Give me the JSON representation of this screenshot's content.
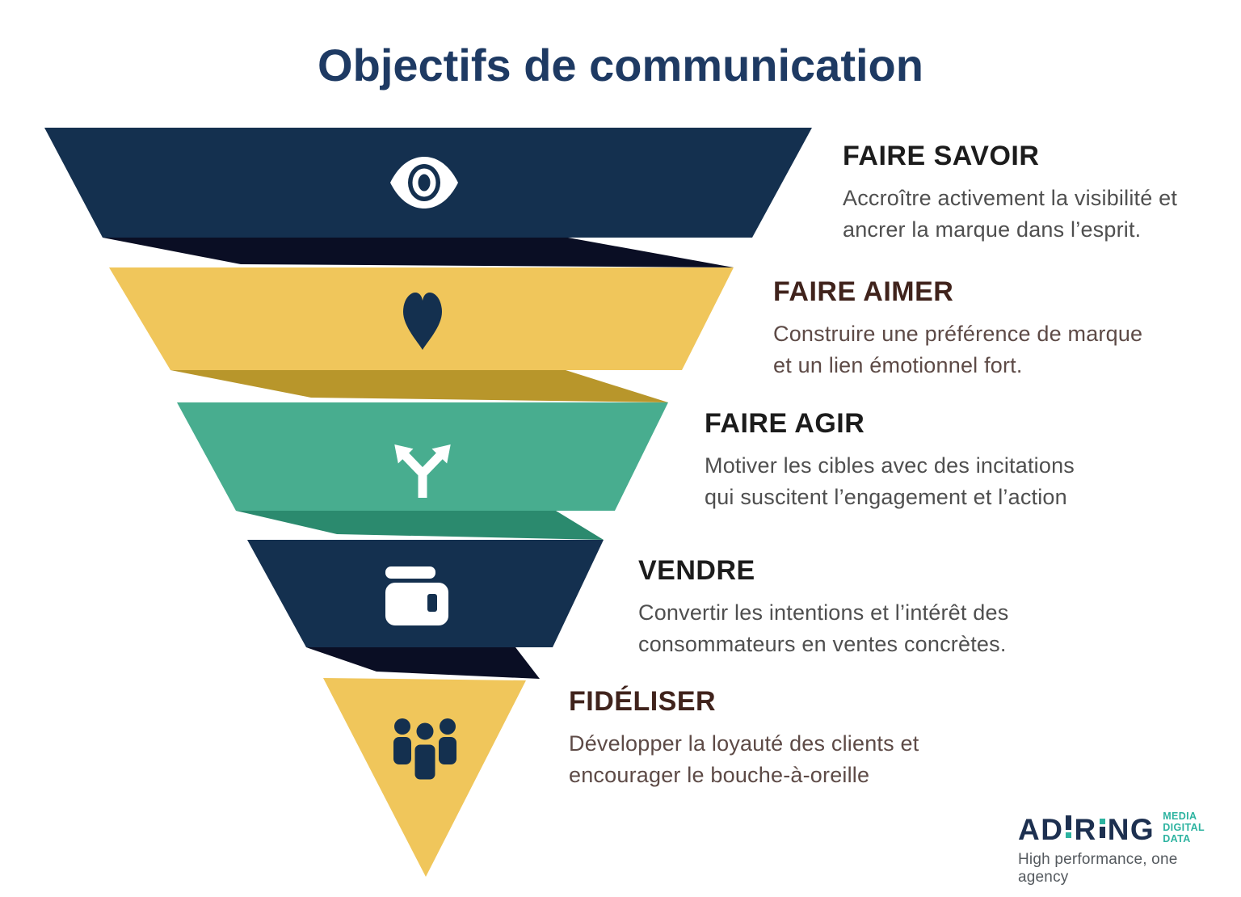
{
  "title": "Objectifs de communication",
  "palette": {
    "navy": "#14304f",
    "navy_deep": "#0a0e24",
    "yellow": "#f0c65b",
    "gold_deep": "#b8962b",
    "teal": "#48ad8f",
    "teal_deep": "#2b8a6e",
    "white": "#ffffff",
    "heading_dark": "#1c1c1c",
    "heading_maroon": "#40231c",
    "body_gray": "#4f4f4f",
    "body_maroon": "#5d4a46",
    "title_navy": "#1e3a63"
  },
  "funnel": {
    "levels": [
      {
        "name": "faire-savoir",
        "icon": "eye-icon",
        "heading": "FAIRE SAVOIR",
        "description": "Accroître activement la visibilité et\nancrer la marque dans l’esprit.",
        "band_color": "#14304f",
        "fold_color": "#0a0e24"
      },
      {
        "name": "faire-aimer",
        "icon": "heart-icon",
        "heading": "FAIRE AIMER",
        "description": "Construire une préférence de marque\net un lien émotionnel fort.",
        "band_color": "#f0c65b",
        "fold_color": "#b8962b"
      },
      {
        "name": "faire-agir",
        "icon": "split-arrows-icon",
        "heading": "FAIRE AGIR",
        "description": "Motiver les cibles avec des incitations\nqui suscitent l’engagement et l’action",
        "band_color": "#48ad8f",
        "fold_color": "#2b8a6e"
      },
      {
        "name": "vendre",
        "icon": "wallet-icon",
        "heading": "VENDRE",
        "description": "Convertir les intentions et l’intérêt des\nconsommateurs en ventes concrètes.",
        "band_color": "#14304f",
        "fold_color": "#0a0e24"
      },
      {
        "name": "fideliser",
        "icon": "people-icon",
        "heading": "FIDÉLISER",
        "description": "Développer la loyauté des clients et\nencourager le bouche-à-oreille",
        "band_color": "#f0c65b"
      }
    ]
  },
  "logo": {
    "brand_ad": "AD",
    "brand_r": "R",
    "brand_ng": "NG",
    "services": [
      "MEDIA",
      "DIGITAL",
      "DATA"
    ],
    "tagline": "High performance, one agency",
    "navy": "#1d3050",
    "teal": "#2db3a0"
  }
}
